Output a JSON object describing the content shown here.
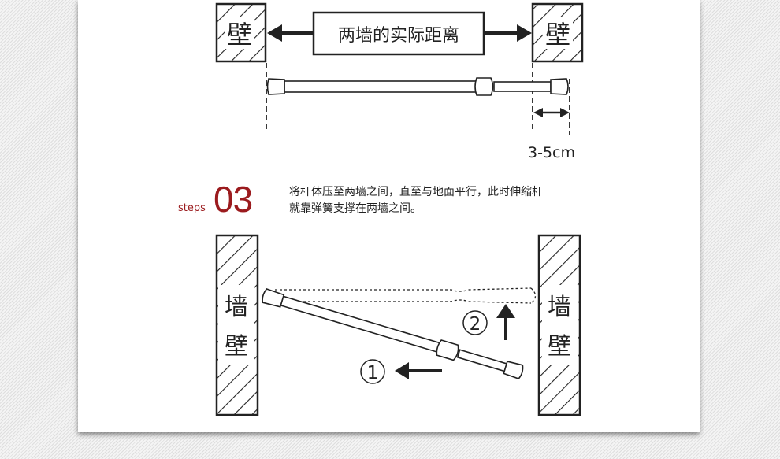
{
  "top_diagram": {
    "wall_left_char": "壁",
    "wall_right_char": "壁",
    "distance_label": "两墙的实际距离",
    "gap_label": "3-5cm"
  },
  "step": {
    "prefix": "steps",
    "number": "03",
    "description_line1": "将杆体压至两墙之间，直至与地面平行，此时伸缩杆",
    "description_line2": "就靠弹簧支撑在两墙之间。"
  },
  "bottom_diagram": {
    "wall_left_char_1": "墙",
    "wall_left_char_2": "壁",
    "wall_right_char_1": "墙",
    "wall_right_char_2": "壁",
    "marker_1": "①",
    "marker_2": "②"
  },
  "colors": {
    "accent": "#9b1b1e",
    "line": "#222222",
    "background_pattern": "#dedede"
  }
}
